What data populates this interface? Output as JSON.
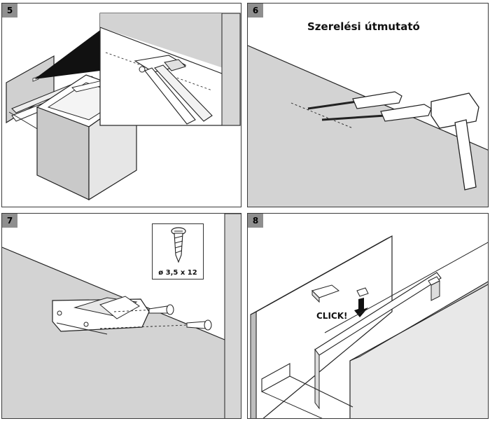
{
  "steps": [
    {
      "number": "5"
    },
    {
      "number": "6",
      "title": "Szerelési útmutató"
    },
    {
      "number": "7",
      "screw_spec": "ø 3,5 x 12"
    },
    {
      "number": "8",
      "action_label": "CLICK!"
    }
  ],
  "colors": {
    "wall": "#d3d3d3",
    "panel_side": "#bdbdbd",
    "line": "#1a1a1a",
    "badge": "#8f8f8f"
  }
}
